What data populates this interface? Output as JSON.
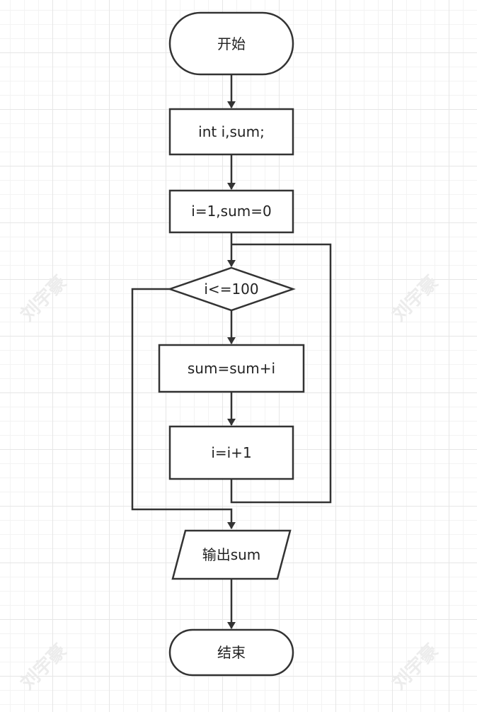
{
  "diagram": {
    "nodes": {
      "start": "开始",
      "declare": "int i,sum;",
      "init": "i=1,sum=0",
      "condition": "i<=100",
      "accumulate": "sum=sum+i",
      "increment": "i=i+1",
      "output": "输出sum",
      "end": "结束"
    },
    "watermark": "刘宇豪",
    "colors": {
      "stroke": "#333333",
      "fill": "#ffffff",
      "grid": "#e6e6e6"
    }
  }
}
